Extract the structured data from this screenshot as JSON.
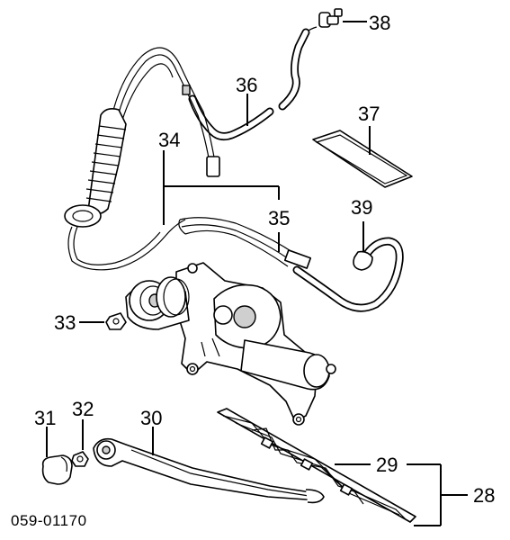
{
  "diagram": {
    "reference_code": "059-01170",
    "callouts": [
      {
        "id": "38",
        "label": "38"
      },
      {
        "id": "36",
        "label": "36"
      },
      {
        "id": "37",
        "label": "37"
      },
      {
        "id": "34",
        "label": "34"
      },
      {
        "id": "35",
        "label": "35"
      },
      {
        "id": "39",
        "label": "39"
      },
      {
        "id": "33",
        "label": "33"
      },
      {
        "id": "31",
        "label": "31"
      },
      {
        "id": "32",
        "label": "32"
      },
      {
        "id": "30",
        "label": "30"
      },
      {
        "id": "29",
        "label": "29"
      },
      {
        "id": "28",
        "label": "28"
      }
    ]
  }
}
